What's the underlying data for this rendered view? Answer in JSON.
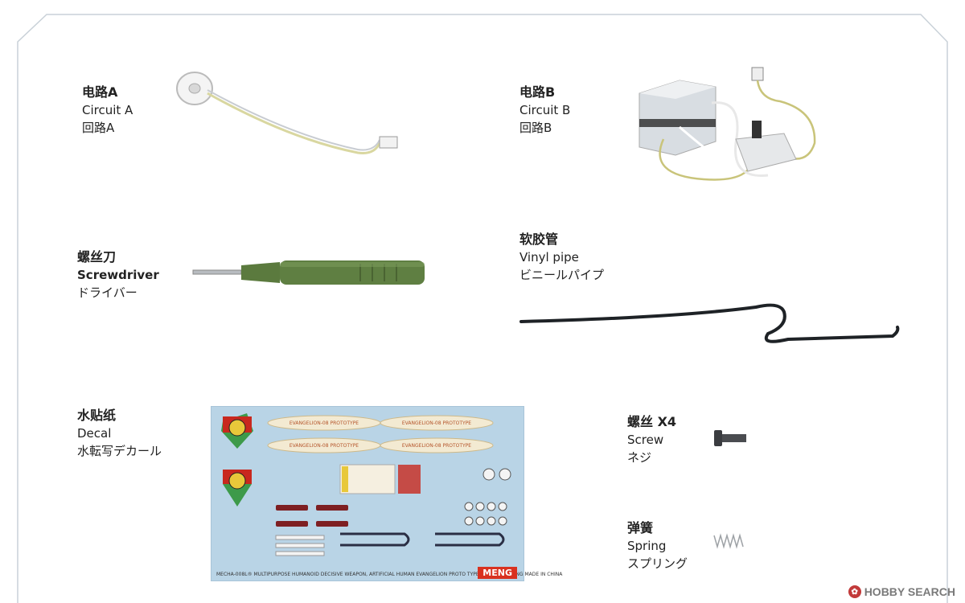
{
  "parts": {
    "circuit_a": {
      "zh": "电路A",
      "en": "Circuit A",
      "ja": "回路A"
    },
    "circuit_b": {
      "zh": "电路B",
      "en": "Circuit B",
      "ja": "回路B"
    },
    "screwdriver": {
      "zh": "螺丝刀",
      "en": "Screwdriver",
      "ja": "ドライバー"
    },
    "vinyl_pipe": {
      "zh": "软胶管",
      "en": "Vinyl pipe",
      "ja": "ビニールパイプ"
    },
    "decal": {
      "zh": "水贴纸",
      "en": "Decal",
      "ja": "水転写デカール"
    },
    "screw": {
      "zh": "螺丝 X4",
      "en": "Screw",
      "ja": "ネジ"
    },
    "spring": {
      "zh": "弹簧",
      "en": "Spring",
      "ja": "スプリング"
    }
  },
  "decal_sheet": {
    "banner_text": "EVANGELION-08 PROTOTYPE",
    "footer_text": "MECHA-008L® MULTIPURPOSE HUMANOID DECISIVE WEAPON, ARTIFICIAL HUMAN EVANGELION PROTO TYPE-08   © 2014 MENG   MADE IN CHINA",
    "brand": "MENG",
    "colors": {
      "sheet": "#b9d4e6",
      "red": "#c8281e",
      "green": "#3d9a4a",
      "yellow": "#e8c83a"
    }
  },
  "watermark": {
    "text": "HOBBY SEARCH",
    "icon": "hobby-search-logo-icon"
  },
  "colors": {
    "pipe": "#1e2226",
    "screwdriver": "#5b7a3e",
    "frame": "#c9d1d8"
  }
}
